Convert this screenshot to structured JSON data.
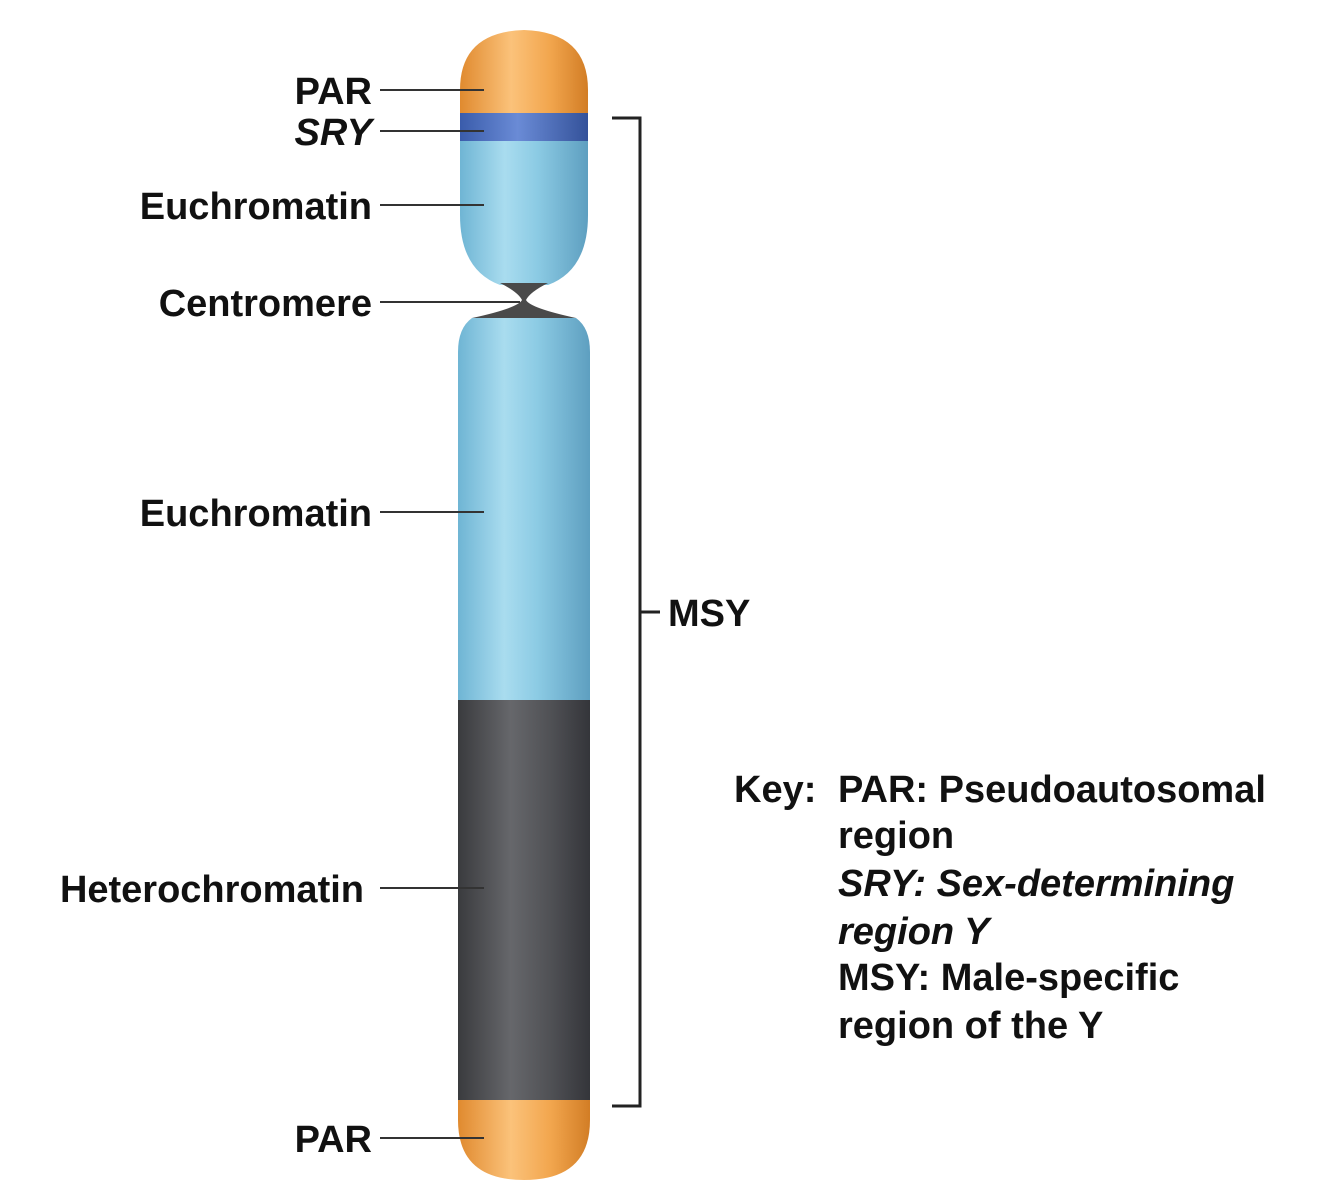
{
  "labels": {
    "par_top": "PAR",
    "sry": "SRY",
    "euchromatin_upper": "Euchromatin",
    "centromere": "Centromere",
    "euchromatin_lower": "Euchromatin",
    "heterochromatin": "Heterochromatin",
    "par_bottom": "PAR",
    "msy": "MSY"
  },
  "key": {
    "title": "Key:",
    "par_line1": "PAR: Pseudoautosomal",
    "par_line2": "region",
    "sry_term": "SRY",
    "sry_line1_rest": ": Sex-determining",
    "sry_line2": "region Y",
    "msy_line1": "MSY: Male-specific",
    "msy_line2": "region of the Y"
  },
  "colors": {
    "par": "#f2a64e",
    "sry": "#4a6fc0",
    "euchromatin": "#8ecbe3",
    "centromere": "#4a4a4a",
    "heterochromatin": "#4f5054",
    "text": "#111111"
  }
}
